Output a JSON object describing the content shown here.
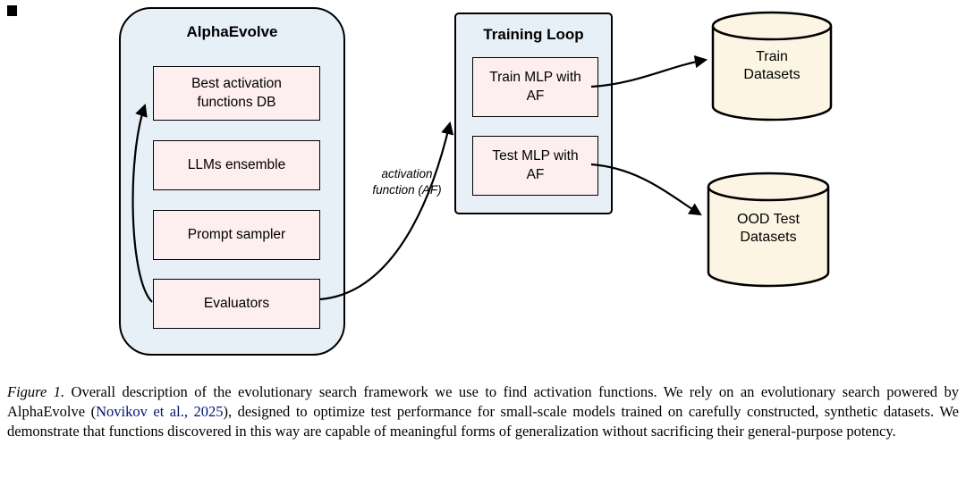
{
  "colors": {
    "container_fill": "#e7eff7",
    "box_fill": "#fdeef0",
    "cylinder_fill": "#fcf5e3",
    "border": "#000000",
    "cite": "#001473"
  },
  "diagram": {
    "alphaevolve": {
      "title": "AlphaEvolve",
      "boxes": [
        "Best activation functions DB",
        "LLMs ensemble",
        "Prompt sampler",
        "Evaluators"
      ]
    },
    "training_loop": {
      "title": "Training Loop",
      "boxes": [
        "Train MLP with AF",
        "Test MLP with AF"
      ]
    },
    "datasets": [
      "Train Datasets",
      "OOD Test Datasets"
    ],
    "edge_label": "activation function (AF)"
  },
  "caption": {
    "figure_label": "Figure 1.",
    "text_before_cite": " Overall description of the evolutionary search framework we use to find activation functions. We rely on an evolutionary search powered by AlphaEvolve (",
    "citation": "Novikov et al., 2025",
    "text_after_cite": "), designed to optimize test performance for small-scale models trained on carefully constructed, synthetic datasets. We demonstrate that functions discovered in this way are capable of meaningful forms of generalization without sacrificing their general-purpose potency."
  }
}
